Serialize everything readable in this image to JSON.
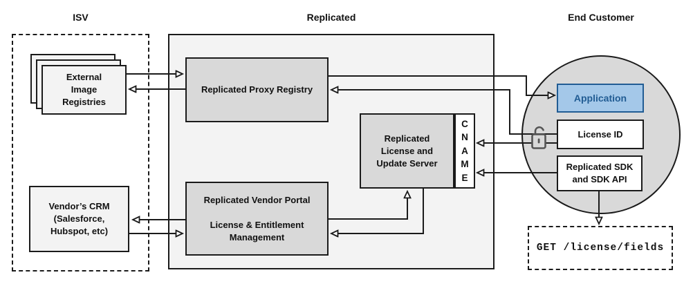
{
  "sections": {
    "isv": {
      "label": "ISV"
    },
    "replicated": {
      "label": "Replicated"
    },
    "end_customer": {
      "label": "End Customer"
    }
  },
  "nodes": {
    "registries": {
      "label": "External\nImage\nRegistries"
    },
    "crm": {
      "label": "Vendor’s CRM\n(Salesforce,\nHubspot, etc)"
    },
    "proxy": {
      "label": "Replicated Proxy Registry"
    },
    "portal": {
      "label": "Replicated Vendor Portal\n\nLicense & Entitlement\nManagement"
    },
    "license_server": {
      "label": "Replicated\nLicense and\nUpdate Server"
    },
    "cname": {
      "label": "CNAME"
    },
    "application": {
      "label": "Application"
    },
    "license_id": {
      "label": "License ID"
    },
    "sdk": {
      "label": "Replicated SDK\nand SDK API"
    },
    "get_endpoint": {
      "label": "GET /license/fields"
    }
  },
  "icons": {
    "lock": "unlocked-padlock-icon"
  },
  "colors": {
    "node_gray": "#d9d9d9",
    "panel_gray": "#f3f3f3",
    "application_fill": "#a4c8e9",
    "application_accent": "#215c93",
    "line": "#1a1a1a"
  },
  "connections": [
    {
      "from": "external-image-registries",
      "to": "replicated-proxy-registry"
    },
    {
      "from": "replicated-proxy-registry",
      "to": "external-image-registries"
    },
    {
      "from": "replicated-proxy-registry",
      "to": "application"
    },
    {
      "from": "license-id",
      "to": "replicated-proxy-registry"
    },
    {
      "from": "license-id",
      "to": "cname"
    },
    {
      "from": "replicated-sdk-and-sdk-api",
      "to": "cname"
    },
    {
      "from": "replicated-vendor-portal",
      "to": "vendors-crm"
    },
    {
      "from": "vendors-crm",
      "to": "replicated-vendor-portal"
    },
    {
      "from": "replicated-vendor-portal",
      "to": "replicated-license-and-update-server"
    },
    {
      "from": "replicated-license-and-update-server",
      "to": "replicated-vendor-portal"
    },
    {
      "from": "replicated-sdk-and-sdk-api",
      "to": "get-license-fields"
    }
  ]
}
